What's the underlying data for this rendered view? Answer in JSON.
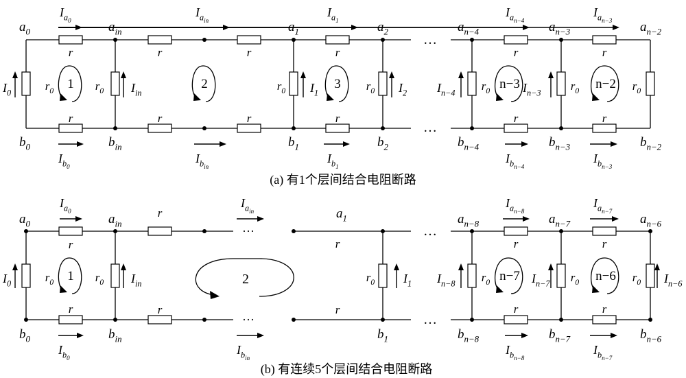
{
  "captions": {
    "a": "(a)  有1个层间结合电阻断路",
    "b": "(b)  有连续5个层间结合电阻断路"
  },
  "symbols": {
    "r": "r",
    "r0": "r",
    "r0_sub": "0",
    "I": "I",
    "ellipsis": "…",
    "ellipsis_mid": "···"
  },
  "a": {
    "nodes_top": [
      {
        "main": "a",
        "sub": "0"
      },
      {
        "main": "a",
        "sub": "in"
      },
      {
        "main": "a",
        "sub": "1"
      },
      {
        "main": "a",
        "sub": "2"
      },
      {
        "main": "a",
        "sub": "n−4"
      },
      {
        "main": "a",
        "sub": "n−3"
      },
      {
        "main": "a",
        "sub": "n−2"
      }
    ],
    "nodes_bottom": [
      {
        "main": "b",
        "sub": "0"
      },
      {
        "main": "b",
        "sub": "in"
      },
      {
        "main": "b",
        "sub": "1"
      },
      {
        "main": "b",
        "sub": "2"
      },
      {
        "main": "b",
        "sub": "n−4"
      },
      {
        "main": "b",
        "sub": "n−3"
      },
      {
        "main": "b",
        "sub": "n−2"
      }
    ],
    "top_currents": [
      {
        "main": "I",
        "sub": "a",
        "subsub": "0"
      },
      {
        "main": "I",
        "sub": "a",
        "subsub": "in"
      },
      {
        "main": "I",
        "sub": "a",
        "subsub": "1"
      },
      {
        "main": "I",
        "sub": "a",
        "subsub": "n−4"
      },
      {
        "main": "I",
        "sub": "a",
        "subsub": "n−3"
      }
    ],
    "bottom_currents": [
      {
        "main": "I",
        "sub": "b",
        "subsub": "0"
      },
      {
        "main": "I",
        "sub": "b",
        "subsub": "in"
      },
      {
        "main": "I",
        "sub": "b",
        "subsub": "1"
      },
      {
        "main": "I",
        "sub": "b",
        "subsub": "n−4"
      },
      {
        "main": "I",
        "sub": "b",
        "subsub": "n−3"
      }
    ],
    "vertical_currents": [
      {
        "main": "I",
        "sub": "0"
      },
      {
        "main": "I",
        "sub": "in"
      },
      {
        "main": "I",
        "sub": "1"
      },
      {
        "main": "I",
        "sub": "2"
      },
      {
        "main": "I",
        "sub": "n−4"
      },
      {
        "main": "I",
        "sub": "n−3"
      }
    ],
    "loops": [
      "1",
      "2",
      "3",
      "n−3",
      "n−2"
    ]
  },
  "b": {
    "nodes_top": [
      {
        "main": "a",
        "sub": "0"
      },
      {
        "main": "a",
        "sub": "in"
      },
      {
        "main": "a",
        "sub": "1"
      },
      {
        "main": "a",
        "sub": "n−8"
      },
      {
        "main": "a",
        "sub": "n−7"
      },
      {
        "main": "a",
        "sub": "n−6"
      }
    ],
    "nodes_bottom": [
      {
        "main": "b",
        "sub": "0"
      },
      {
        "main": "b",
        "sub": "in"
      },
      {
        "main": "b",
        "sub": "1"
      },
      {
        "main": "b",
        "sub": "n−8"
      },
      {
        "main": "b",
        "sub": "n−7"
      },
      {
        "main": "b",
        "sub": "n−6"
      }
    ],
    "top_currents": [
      {
        "main": "I",
        "sub": "a",
        "subsub": "0"
      },
      {
        "main": "I",
        "sub": "a",
        "subsub": "in"
      },
      {
        "main": "I",
        "sub": "a",
        "subsub": "n−8"
      },
      {
        "main": "I",
        "sub": "a",
        "subsub": "n−7"
      }
    ],
    "bottom_currents": [
      {
        "main": "I",
        "sub": "b",
        "subsub": "0"
      },
      {
        "main": "I",
        "sub": "b",
        "subsub": "in"
      },
      {
        "main": "I",
        "sub": "b",
        "subsub": "n−8"
      },
      {
        "main": "I",
        "sub": "b",
        "subsub": "n−7"
      }
    ],
    "vertical_currents": [
      {
        "main": "I",
        "sub": "0"
      },
      {
        "main": "I",
        "sub": "in"
      },
      {
        "main": "I",
        "sub": "1"
      },
      {
        "main": "I",
        "sub": "n−8"
      },
      {
        "main": "I",
        "sub": "n−7"
      },
      {
        "main": "I",
        "sub": "n−6"
      }
    ],
    "loops": [
      "1",
      "2",
      "n−7",
      "n−6"
    ]
  }
}
